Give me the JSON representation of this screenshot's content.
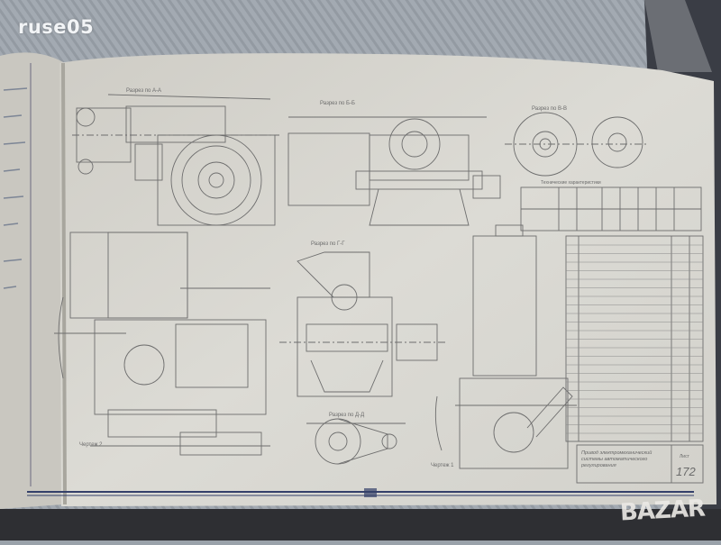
{
  "watermark": {
    "user": "ruse05",
    "site": "BAZAR"
  },
  "drawing": {
    "section_labels": [
      "Разрез по А-А",
      "Разрез по Б-Б",
      "Разрез по В-В",
      "Разрез по Г-Г",
      "Разрез по Д-Д"
    ],
    "view_labels": [
      "Чертеж 2",
      "Чертеж 1"
    ],
    "table_title": "Технические характеристики",
    "title_block": {
      "title": "Привод электромеханический системы автоматического регулирования",
      "sheet_label": "Лист",
      "sheet_number": "172"
    }
  }
}
